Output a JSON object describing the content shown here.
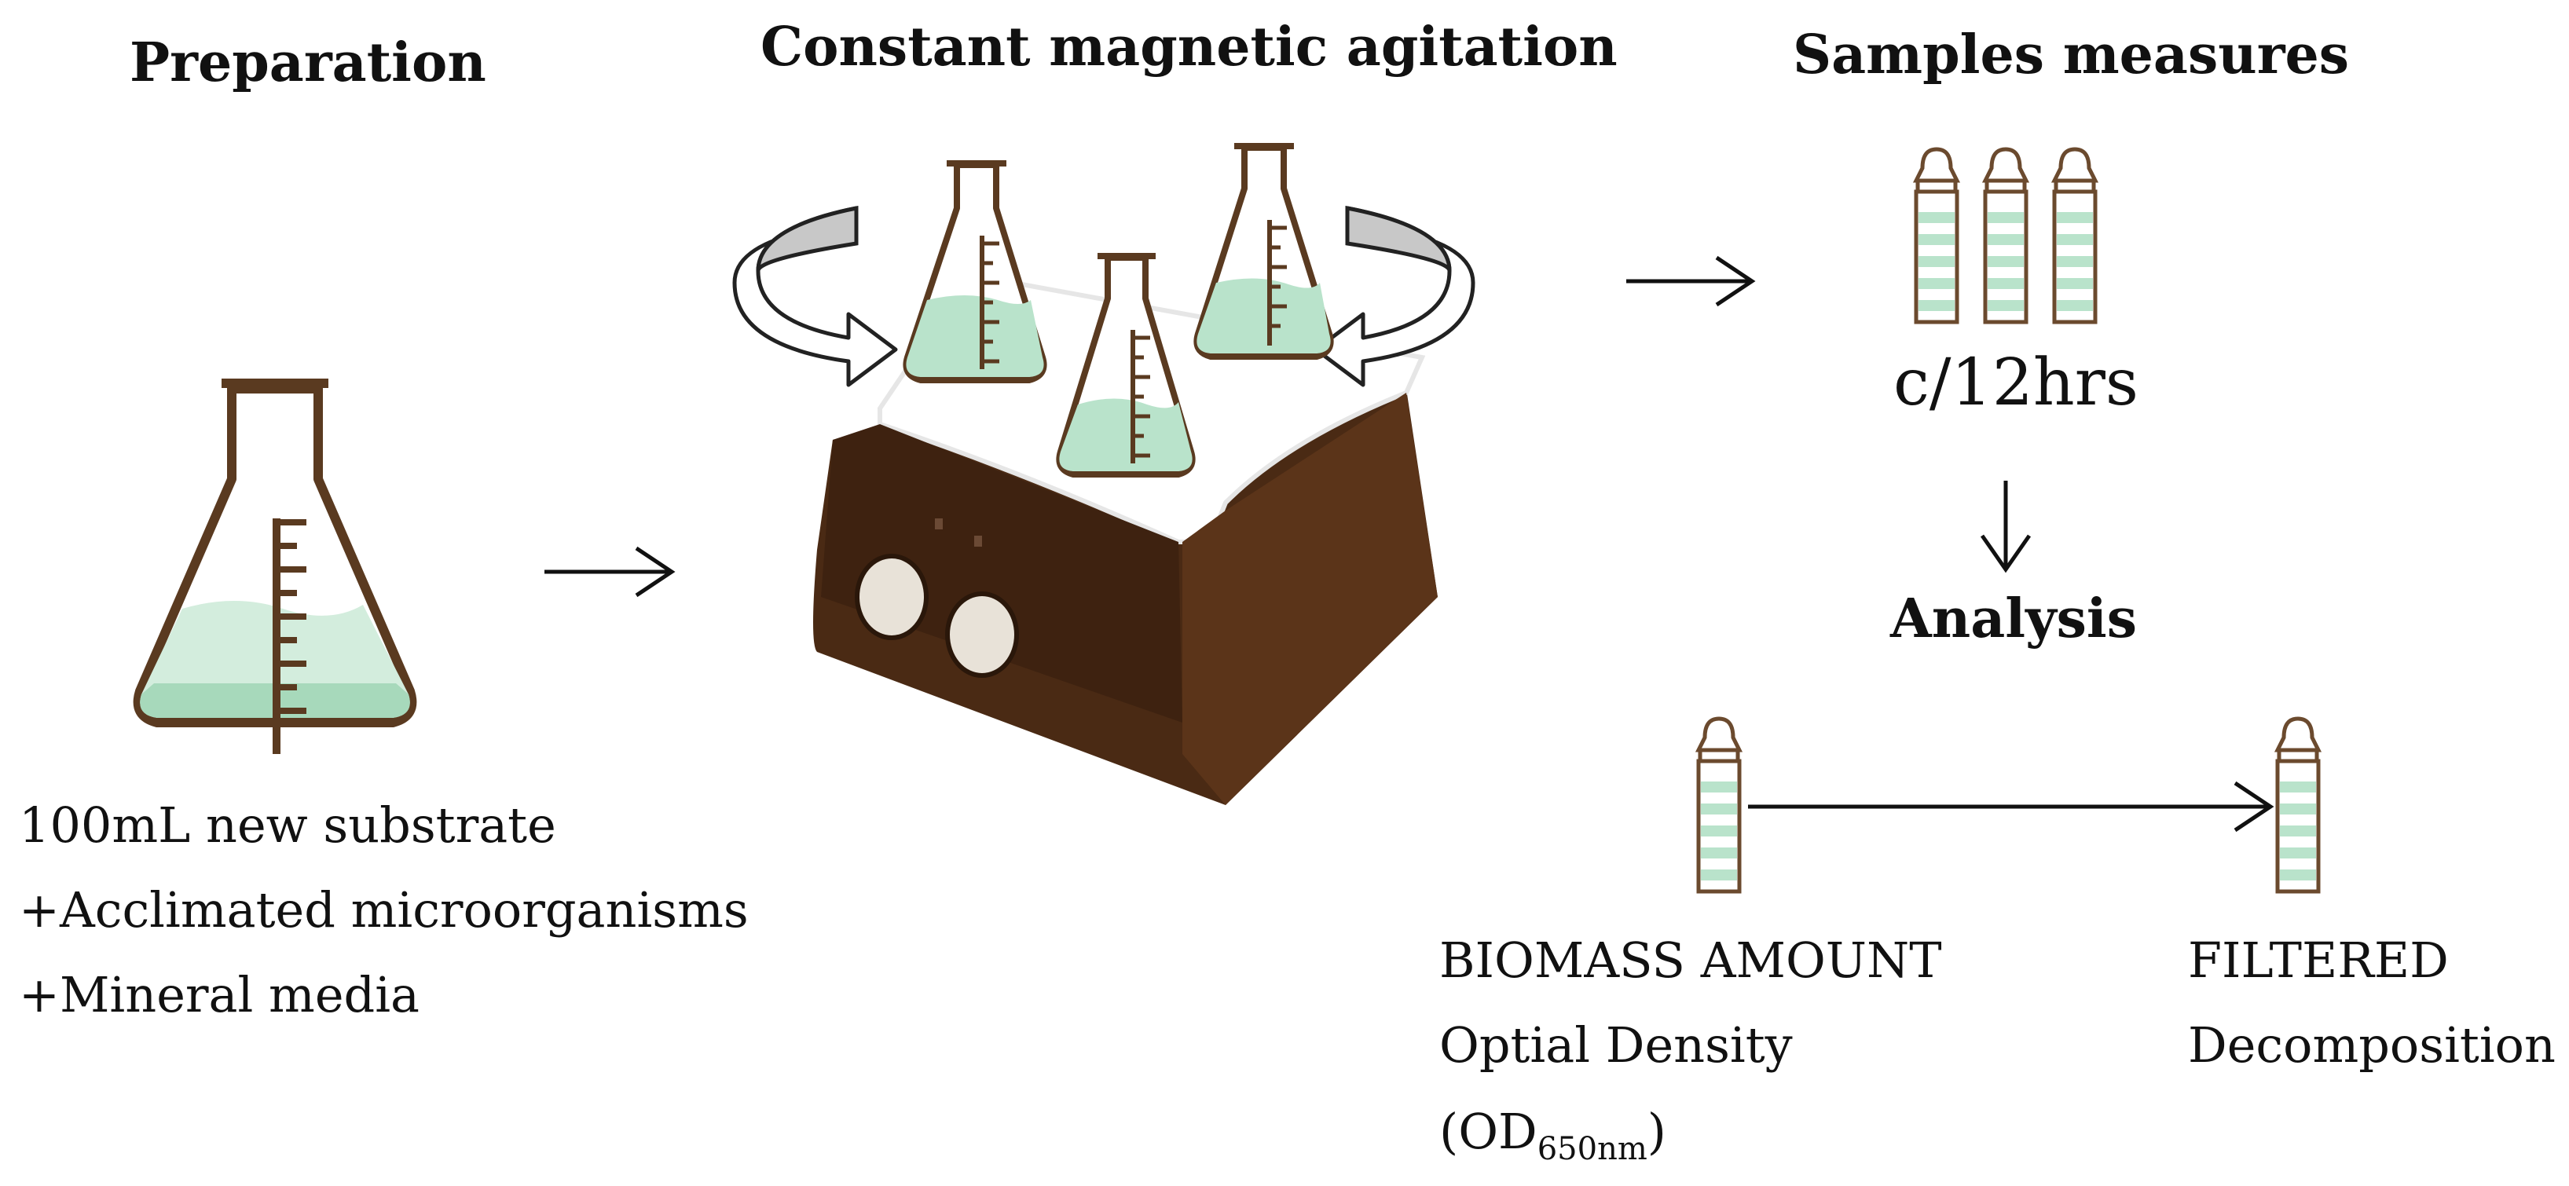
{
  "headings": {
    "preparation": "Preparation",
    "agitation": "Constant magnetic agitation",
    "samples": "Samples measures",
    "analysis": "Analysis"
  },
  "preparation_lines": [
    "100mL new substrate",
    "+Acclimated microorganisms",
    "+Mineral media"
  ],
  "frequency": "c/12hrs",
  "biomass": {
    "title": "BIOMASS AMOUNT",
    "method": "Optial Density",
    "od_open": "(OD",
    "od_sub": "650nm",
    "od_close": ")"
  },
  "filtered": {
    "title": "FILTERED",
    "method": "Decomposition"
  },
  "colors": {
    "liquid": "#b9e3cb",
    "liquid_dark": "#9fd6b6",
    "outline": "#5a3a20",
    "stirrer_body": "#4a2a14",
    "stirrer_top": "#ffffff",
    "arrow_fill": "#c8c8c8"
  }
}
